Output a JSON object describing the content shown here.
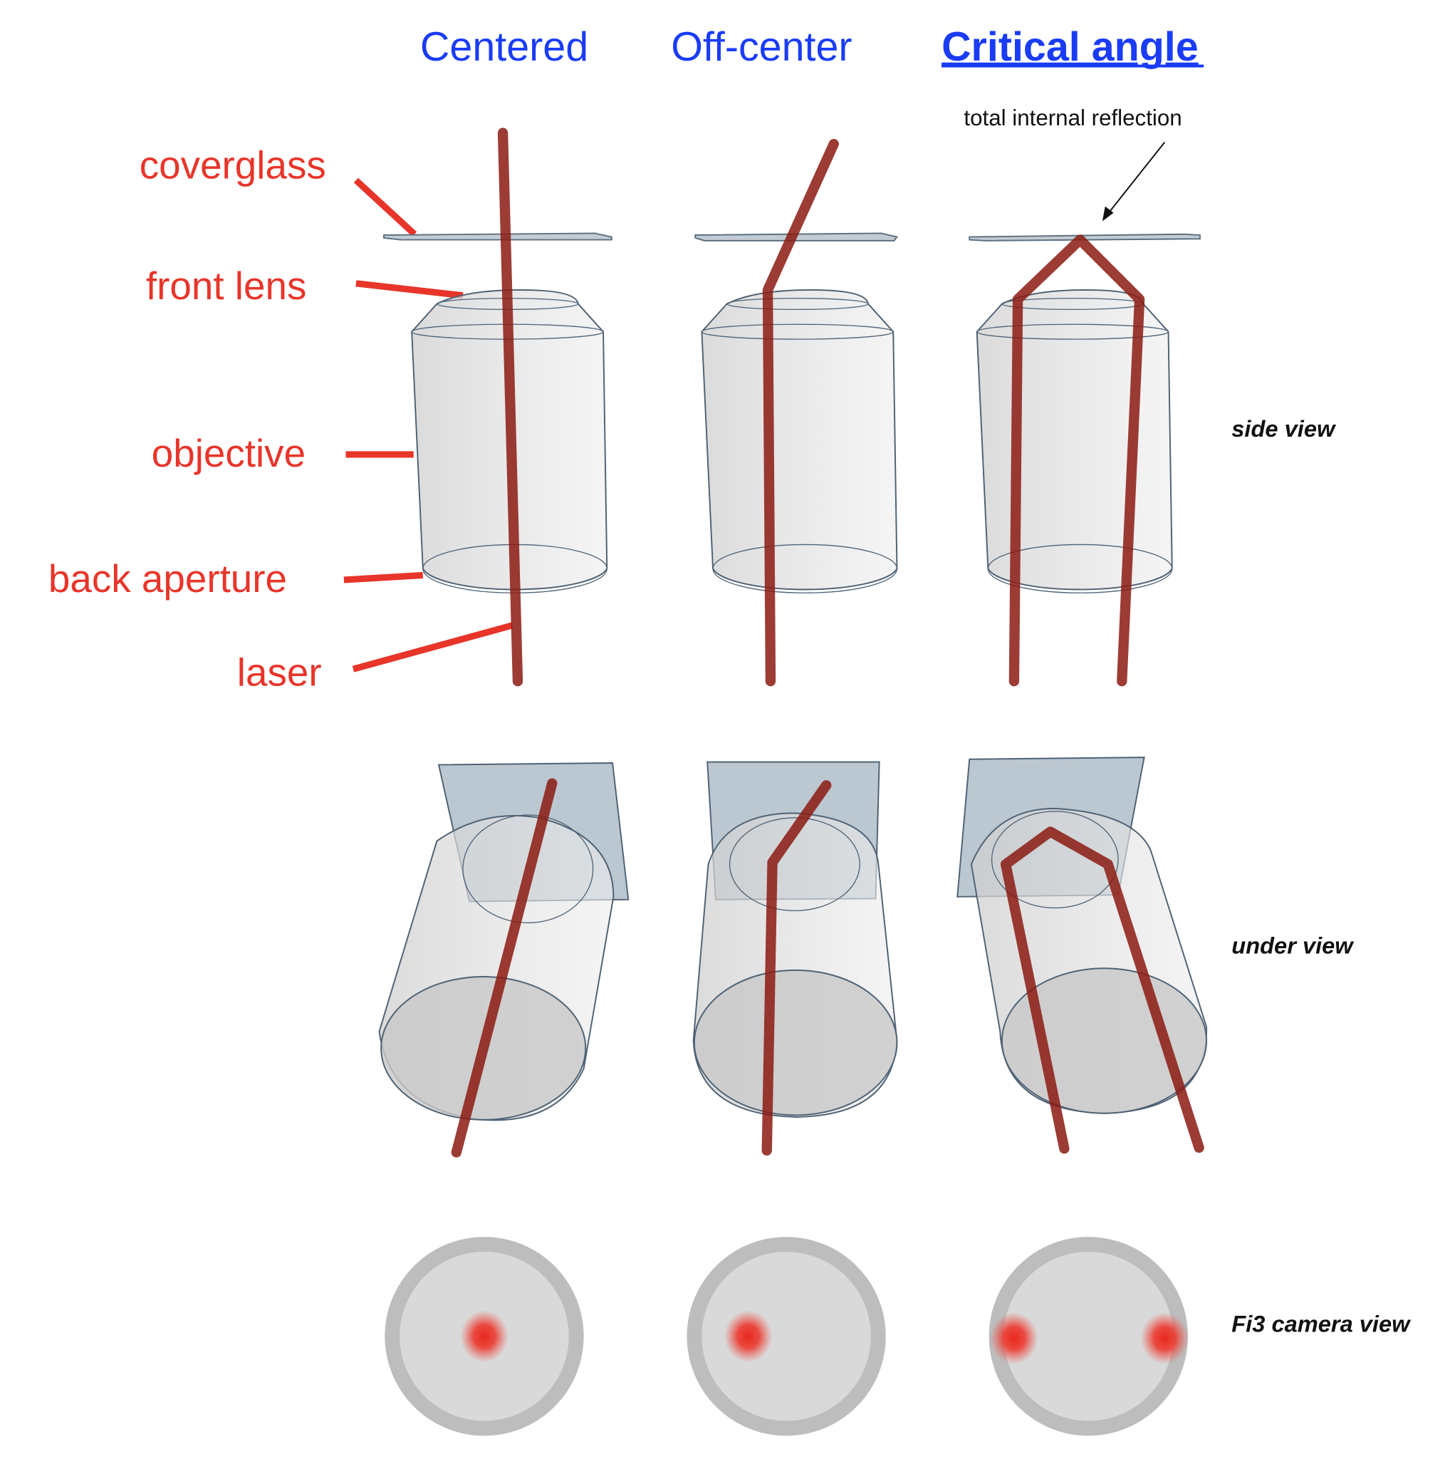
{
  "columns": [
    {
      "title": "Centered"
    },
    {
      "title": "Off-center"
    },
    {
      "title": "Critical angle"
    }
  ],
  "labels": {
    "coverglass": "coverglass",
    "front_lens": "front lens",
    "objective": "objective",
    "back_aperture": "back aperture",
    "laser": "laser"
  },
  "annotation": "total internal reflection",
  "views": {
    "side": "side view",
    "under": "under view",
    "camera": "Fi3 camera view"
  },
  "colors": {
    "title": "#1a3cf5",
    "label": "#e8352a",
    "laser": "#8b1a12",
    "glass": "#9fb0bd",
    "body": "#dcdcdc"
  }
}
